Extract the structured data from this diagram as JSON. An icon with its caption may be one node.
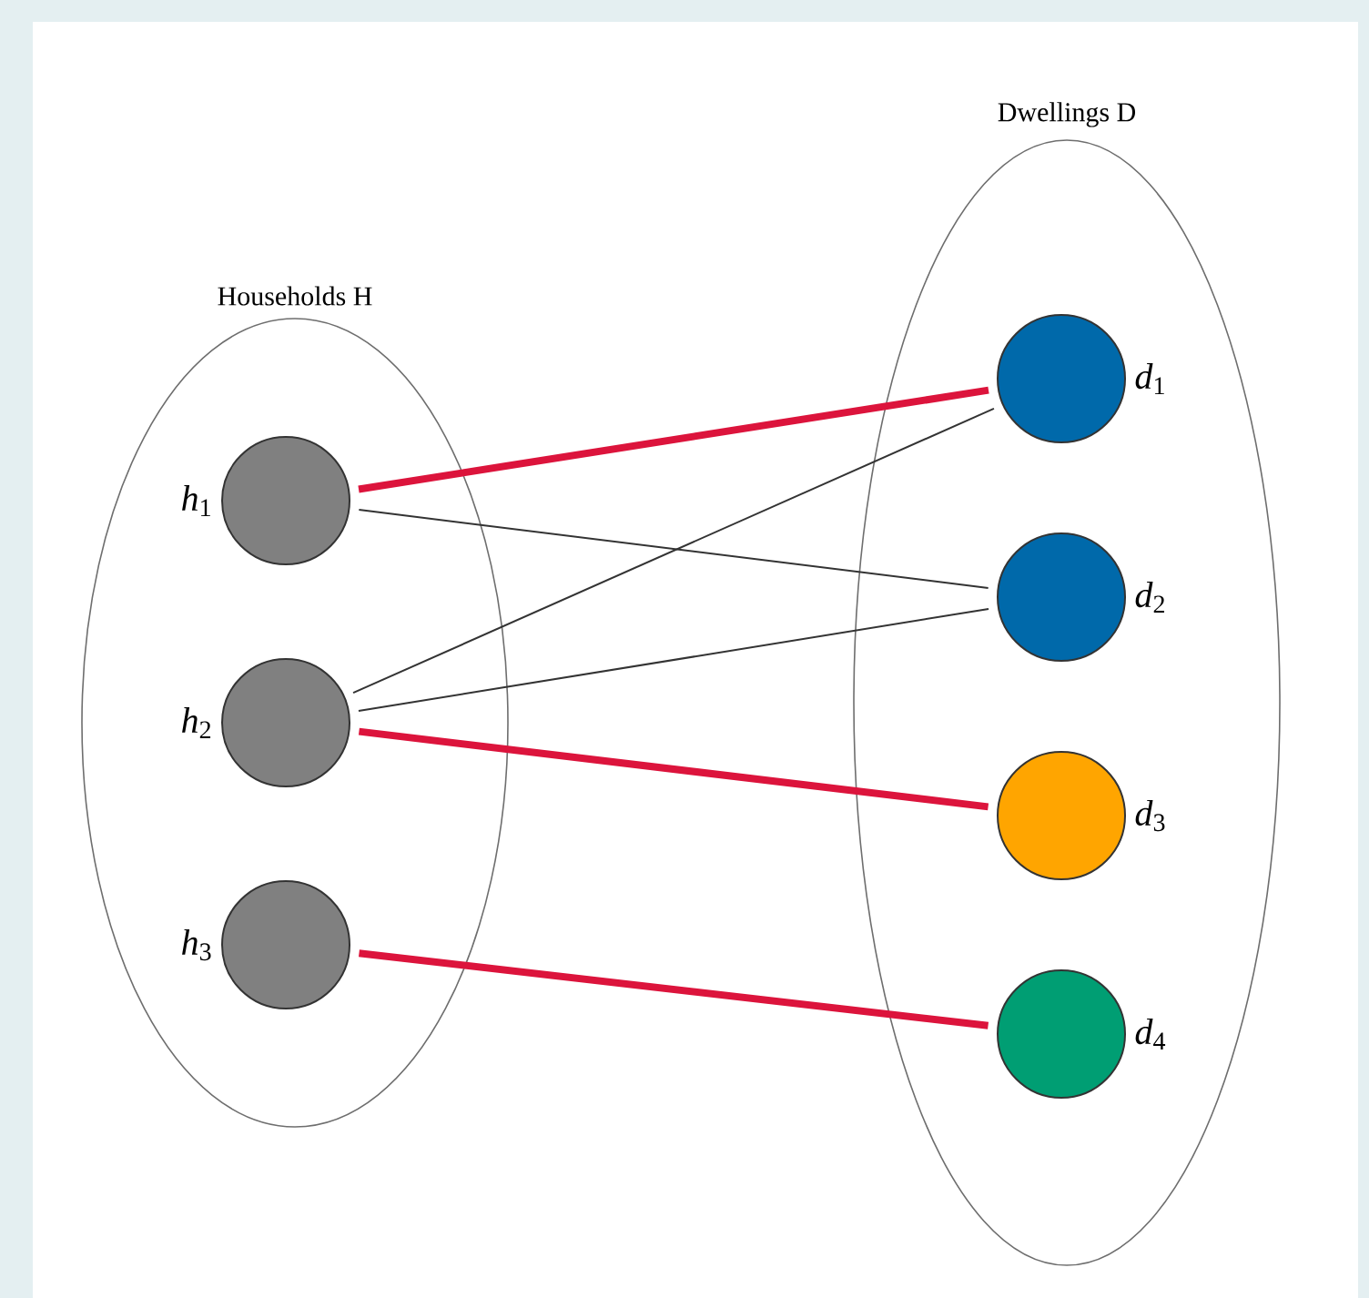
{
  "diagram": {
    "nodes": [
      {
        "text": [
          "Households H"
        ]
      },
      {
        "text": [],
        "shape": "circle",
        "in": 0,
        "beside": [
          "*h*$_{1}$"
        ]
      },
      {
        "text": [],
        "shape": "circle",
        "in": 0,
        "beside": [
          "*h*$_{2}$"
        ]
      },
      {
        "text": [],
        "shape": "circle",
        "in": 0,
        "beside": [
          "*h*$_{3}$"
        ]
      },
      {
        "text": [
          "Dwellings D"
        ]
      },
      {
        "text": [],
        "shape": "circle",
        "in": 4,
        "beside": [
          "*d*$_{1}$"
        ]
      },
      {
        "text": [],
        "shape": "circle",
        "in": 4,
        "beside": [
          "*d*$_{2}$"
        ]
      },
      {
        "text": [],
        "shape": "circle",
        "in": 4,
        "beside": [
          "*d*$_{3}$"
        ]
      },
      {
        "text": [],
        "shape": "circle",
        "in": 4,
        "beside": [
          "*d*$_{4}$"
        ]
      }
    ],
    "edges": [
      {
        "from": 1,
        "to": 5,
        "arrow": "none",
        "style": "thick",
        "color": "#dc143c"
      },
      {
        "from": 1,
        "to": 6,
        "arrow": "none",
        "color": "#333333"
      },
      {
        "from": 2,
        "to": 5,
        "arrow": "none",
        "color": "#333333"
      },
      {
        "from": 2,
        "to": 6,
        "arrow": "none",
        "color": "#333333"
      },
      {
        "from": 2,
        "to": 7,
        "arrow": "none",
        "style": "thick",
        "color": "#dc143c"
      },
      {
        "from": 3,
        "to": 8,
        "arrow": "none",
        "style": "thick",
        "color": "#dc143c"
      }
    ]
  }
}
